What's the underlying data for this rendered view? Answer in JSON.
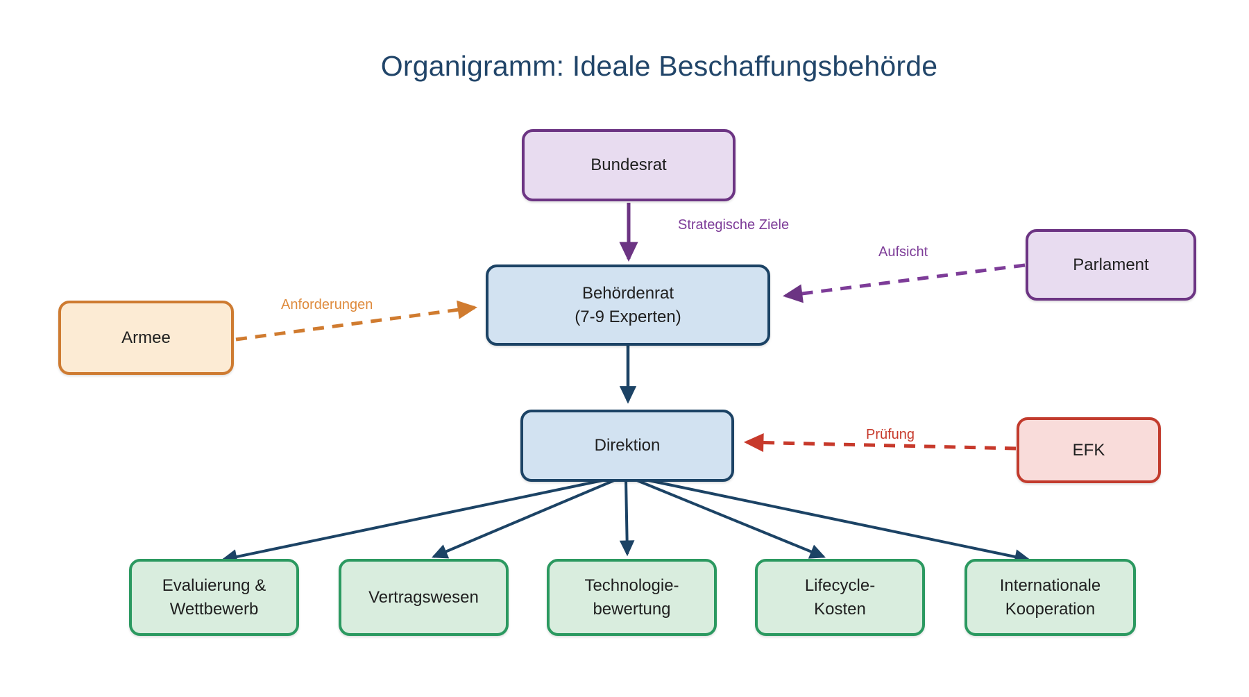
{
  "title": "Organigramm: Ideale Beschaffungsbehörde",
  "nodes": {
    "bundesrat": {
      "label": "Bundesrat"
    },
    "behoerdenrat": {
      "label": "Behördenrat\n(7-9 Experten)"
    },
    "direktion": {
      "label": "Direktion"
    },
    "armee": {
      "label": "Armee"
    },
    "parlament": {
      "label": "Parlament"
    },
    "efk": {
      "label": "EFK"
    },
    "evaluierung_wettbewerb": {
      "label": "Evaluierung &\nWettbewerb"
    },
    "vertragswesen": {
      "label": "Vertragswesen"
    },
    "technologiebewertung": {
      "label": "Technologie-\nbewertung"
    },
    "lifecycle_kosten": {
      "label": "Lifecycle-\nKosten"
    },
    "internationale_kooperation": {
      "label": "Internationale\nKooperation"
    }
  },
  "edges": {
    "strategische_ziele": {
      "label": "Strategische Ziele",
      "from": "Bundesrat",
      "to": "Behördenrat",
      "style": "solid",
      "color": "#6C3483"
    },
    "aufsicht": {
      "label": "Aufsicht",
      "from": "Parlament",
      "to": "Behördenrat",
      "style": "dashed",
      "color": "#7D3C98"
    },
    "anforderungen": {
      "label": "Anforderungen",
      "from": "Armee",
      "to": "Behördenrat",
      "style": "dashed",
      "color": "#D07B2F"
    },
    "pruefung": {
      "label": "Prüfung",
      "from": "EFK",
      "to": "Direktion",
      "style": "dashed",
      "color": "#C7392B"
    },
    "behoerdenrat_direktion": {
      "label": "",
      "from": "Behördenrat",
      "to": "Direktion",
      "style": "solid",
      "color": "#1C4365"
    },
    "direktion_children": {
      "label": "",
      "from": "Direktion",
      "to": "Evaluierung & Wettbewerb | Vertragswesen | Technologie-bewertung | Lifecycle-Kosten | Internationale Kooperation",
      "style": "solid",
      "color": "#1C4365"
    }
  },
  "colors": {
    "title": "#214569",
    "navy": "#1C4365",
    "purple_border": "#6C3483",
    "purple_fill": "#E8DCF0",
    "blue_fill": "#D2E2F1",
    "orange_border": "#CE7B31",
    "orange_fill": "#FCEBD4",
    "red_border": "#C23B2D",
    "red_fill": "#F9DCDA",
    "green_border": "#2B9960",
    "green_fill": "#D9EDDE",
    "background": "#FFFFFF"
  }
}
